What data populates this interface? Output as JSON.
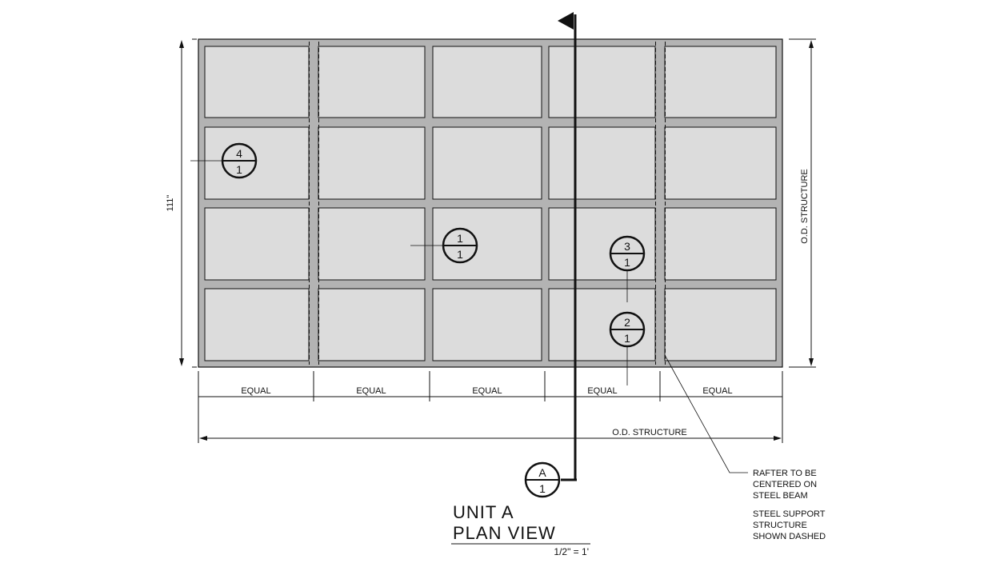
{
  "drawing": {
    "title_line1": "UNIT A",
    "title_line2": "PLAN VIEW",
    "scale": "1/2\" = 1'"
  },
  "dimensions": {
    "bay_labels": [
      "EQUAL",
      "EQUAL",
      "EQUAL",
      "EQUAL",
      "EQUAL"
    ],
    "overall_width": "O.D. STRUCTURE",
    "overall_height_right": "O.D. STRUCTURE",
    "height_left": "111\""
  },
  "section_marker": {
    "top": "A",
    "bottom": "1"
  },
  "detail_bubbles": [
    {
      "top": "4",
      "bottom": "1"
    },
    {
      "top": "1",
      "bottom": "1"
    },
    {
      "top": "3",
      "bottom": "1"
    },
    {
      "top": "2",
      "bottom": "1"
    }
  ],
  "notes": {
    "rafter": [
      "RAFTER TO BE",
      "CENTERED ON",
      "STEEL BEAM"
    ],
    "support": [
      "STEEL SUPPORT",
      "STRUCTURE",
      "SHOWN DASHED"
    ]
  },
  "colors": {
    "panel_fill": "#dcdcdc",
    "frame_fill": "#b3b3b3",
    "line": "#111111"
  }
}
